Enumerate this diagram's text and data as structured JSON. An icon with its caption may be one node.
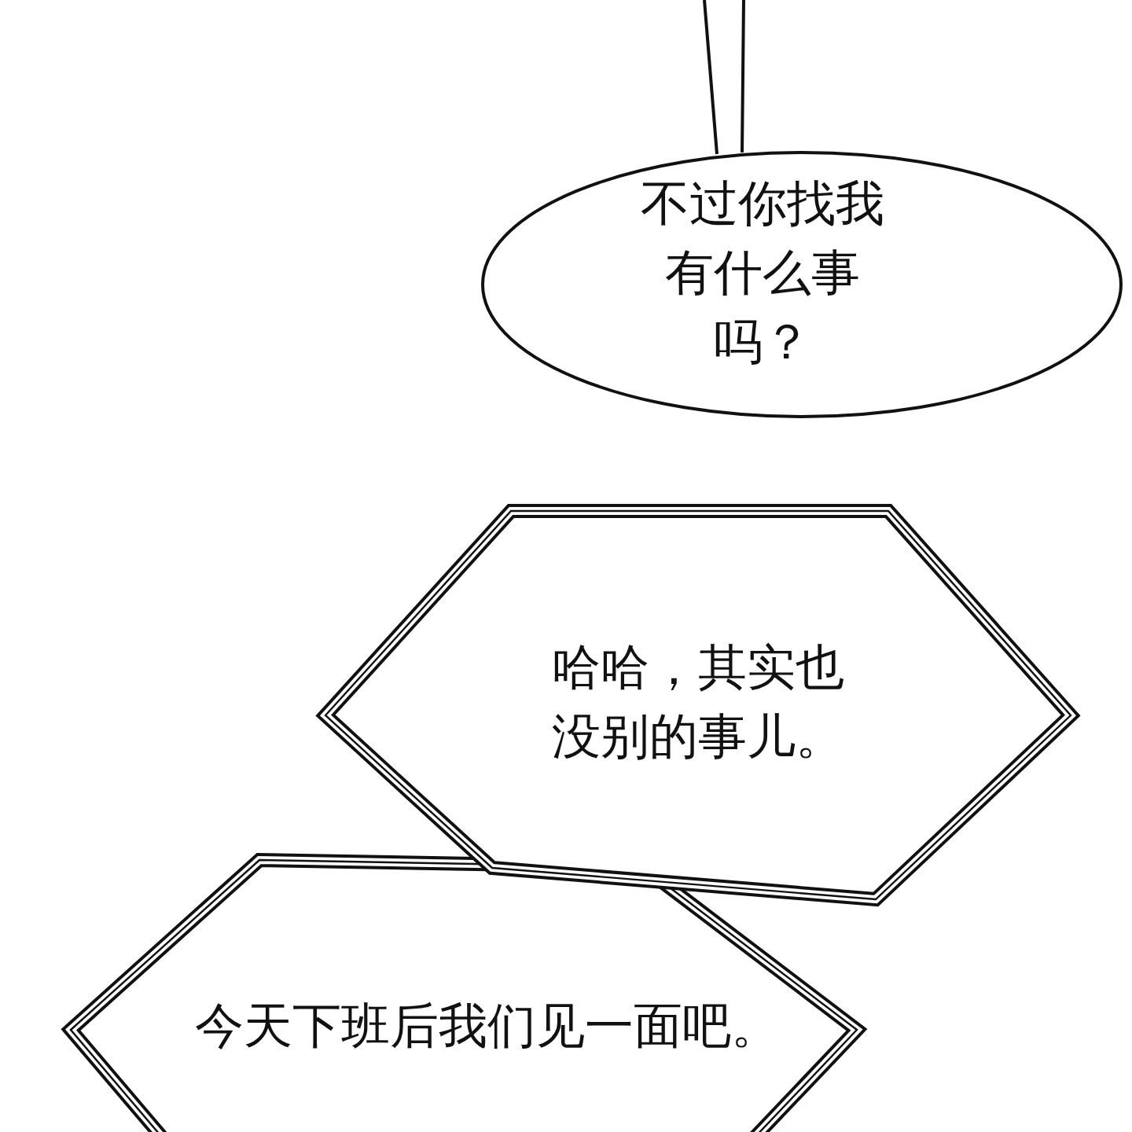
{
  "diagram": {
    "nodes": [
      {
        "text": [
          "不过你找我有什么事吗？"
        ]
      },
      {
        "text": [
          "哈哈，其实也没别的事儿。"
        ]
      },
      {
        "text": [
          "今天下班后我们见一面吧。"
        ]
      }
    ]
  }
}
